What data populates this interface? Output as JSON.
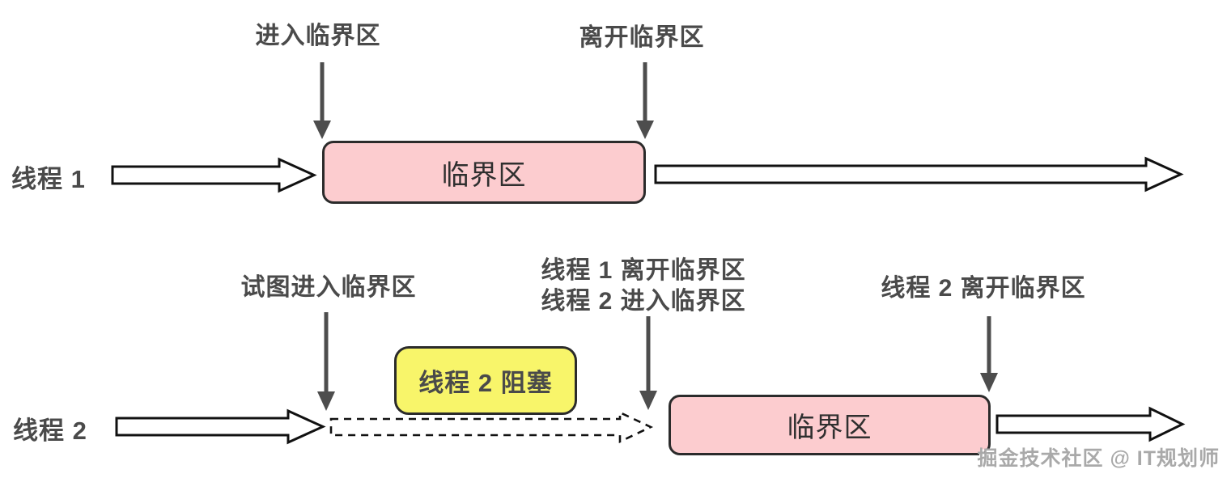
{
  "diagram": {
    "description": "Critical section mutual exclusion timing diagram with two threads",
    "colors": {
      "pink": "#fccccf",
      "yellow": "#f8f56a",
      "border": "#2b2b2b",
      "label": "#4a4a4a",
      "arrowGray": "#4d4d4d",
      "watermark": "#a9a9a9"
    },
    "thread1": {
      "name": "线程 1",
      "enter_label": "进入临界区",
      "leave_label": "离开临界区",
      "critical_section_label": "临界区"
    },
    "thread2": {
      "name": "线程 2",
      "attempt_label": "试图进入临界区",
      "blocked_label": "线程 2 阻塞",
      "switch_label_line1": "线程 1 离开临界区",
      "switch_label_line2": "线程 2 进入临界区",
      "leave_label": "线程 2 离开临界区",
      "critical_section_label": "临界区"
    },
    "watermark": "掘金技术社区 @ IT规划师"
  }
}
